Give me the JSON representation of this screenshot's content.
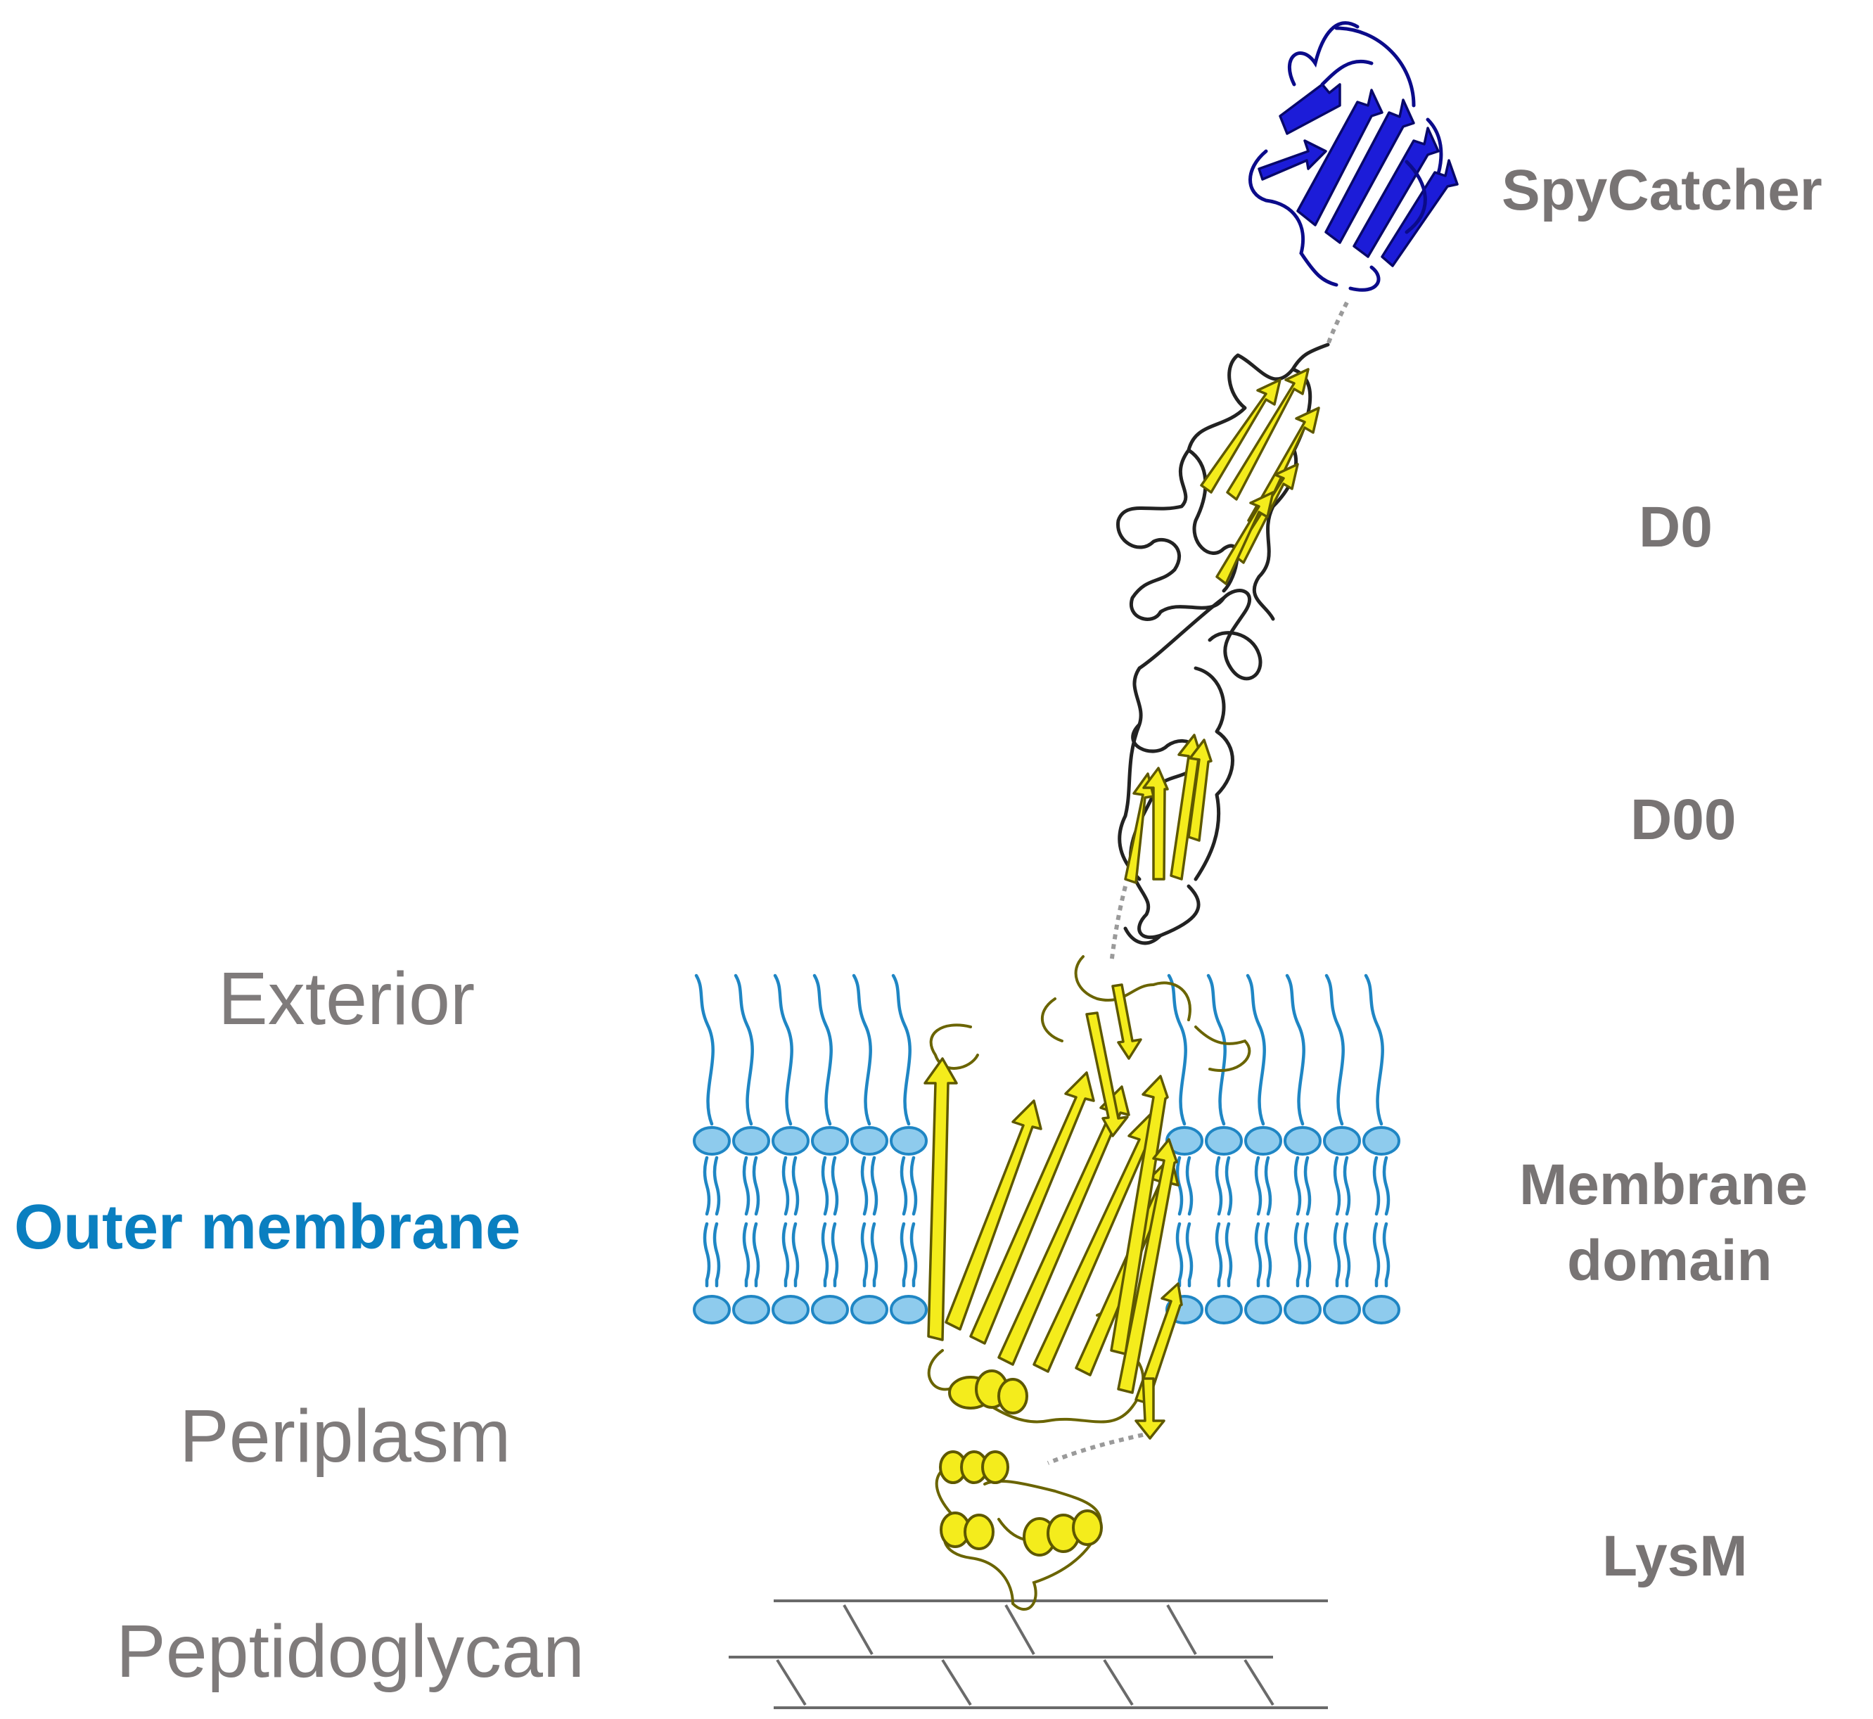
{
  "regions": {
    "exterior": "Exterior",
    "outer_membrane": "Outer membrane",
    "periplasm": "Periplasm",
    "peptidoglycan": "Peptidoglycan"
  },
  "domains": {
    "spycatcher": "SpyCatcher",
    "d0": "D0",
    "d00": "D00",
    "membrane_line1": "Membrane",
    "membrane_line2": "domain",
    "lysm": "LysM"
  },
  "colors": {
    "region_text": "#7f7b7b",
    "outer_membrane_text": "#0a7fc0",
    "domain_text": "#787474",
    "lipid_head_fill": "#8ecbed",
    "lipid_stroke": "#1f86c4",
    "protein_yellow": "#f4ec1c",
    "spycatcher_blue": "#1c1cd8"
  }
}
